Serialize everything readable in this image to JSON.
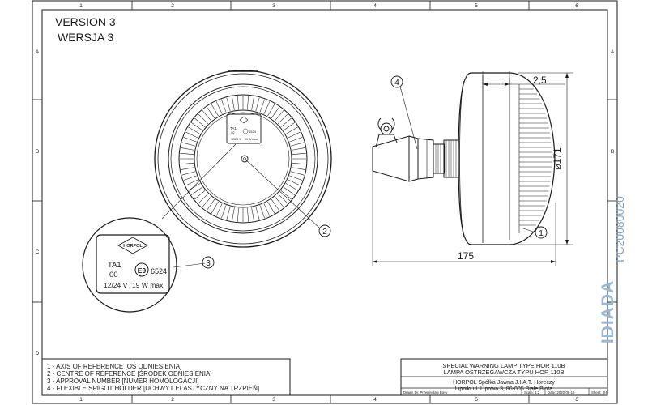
{
  "version": {
    "en": "VERSION 3",
    "pl": "WERSJA 3"
  },
  "frame": {
    "columns": [
      "1",
      "2",
      "3",
      "4",
      "5",
      "6"
    ],
    "rows": [
      "A",
      "B",
      "C",
      "D"
    ]
  },
  "callouts": {
    "axis": "1",
    "centre": "2",
    "approval": "3",
    "spigot": "4"
  },
  "dimensions": {
    "offset": "2,5",
    "diameter": "⌀171",
    "length": "175"
  },
  "marking": {
    "logo": "HORPOL",
    "class": "TA1",
    "code": "00",
    "approval_mark": "E9",
    "approval_number": "6524",
    "voltage": "12/24 V",
    "power": "19 W max"
  },
  "legend": [
    "1 - AXIS OF REFERENCE [OŚ ODNIESIENIA]",
    "2 - CENTRE OF REFERENCE [ŚRODEK ODNIESIENIA]",
    "3 - APPROVAL NUMBER [NUMER HOMOLOGACJI]",
    "4 - FLEXIBLE SPIGOT HOLDER [UCHWYT ELASTYCZNY NA TRZPIEŃ]"
  ],
  "title_block": {
    "title_en": "SPECIAL WARNING LAMP TYPE HOR 110B",
    "title_pl": "LAMPA OSTRZEGAWCZA TYPU HOR 110B",
    "company": "HORPOL Spółka Jawna   J.I.A.T. Horeczy",
    "address": "Lipniki ul. Lipowa 3, 86-005 Białe Błota",
    "drawn_by": "Drawn by: Przemysław Bosy",
    "scale": "Scale: 1:2",
    "date": "Date: 2020-08-18",
    "sheet": "Sheet: 3/4"
  },
  "side_text": {
    "code": "PC20080020",
    "brand": "IDIADA"
  }
}
